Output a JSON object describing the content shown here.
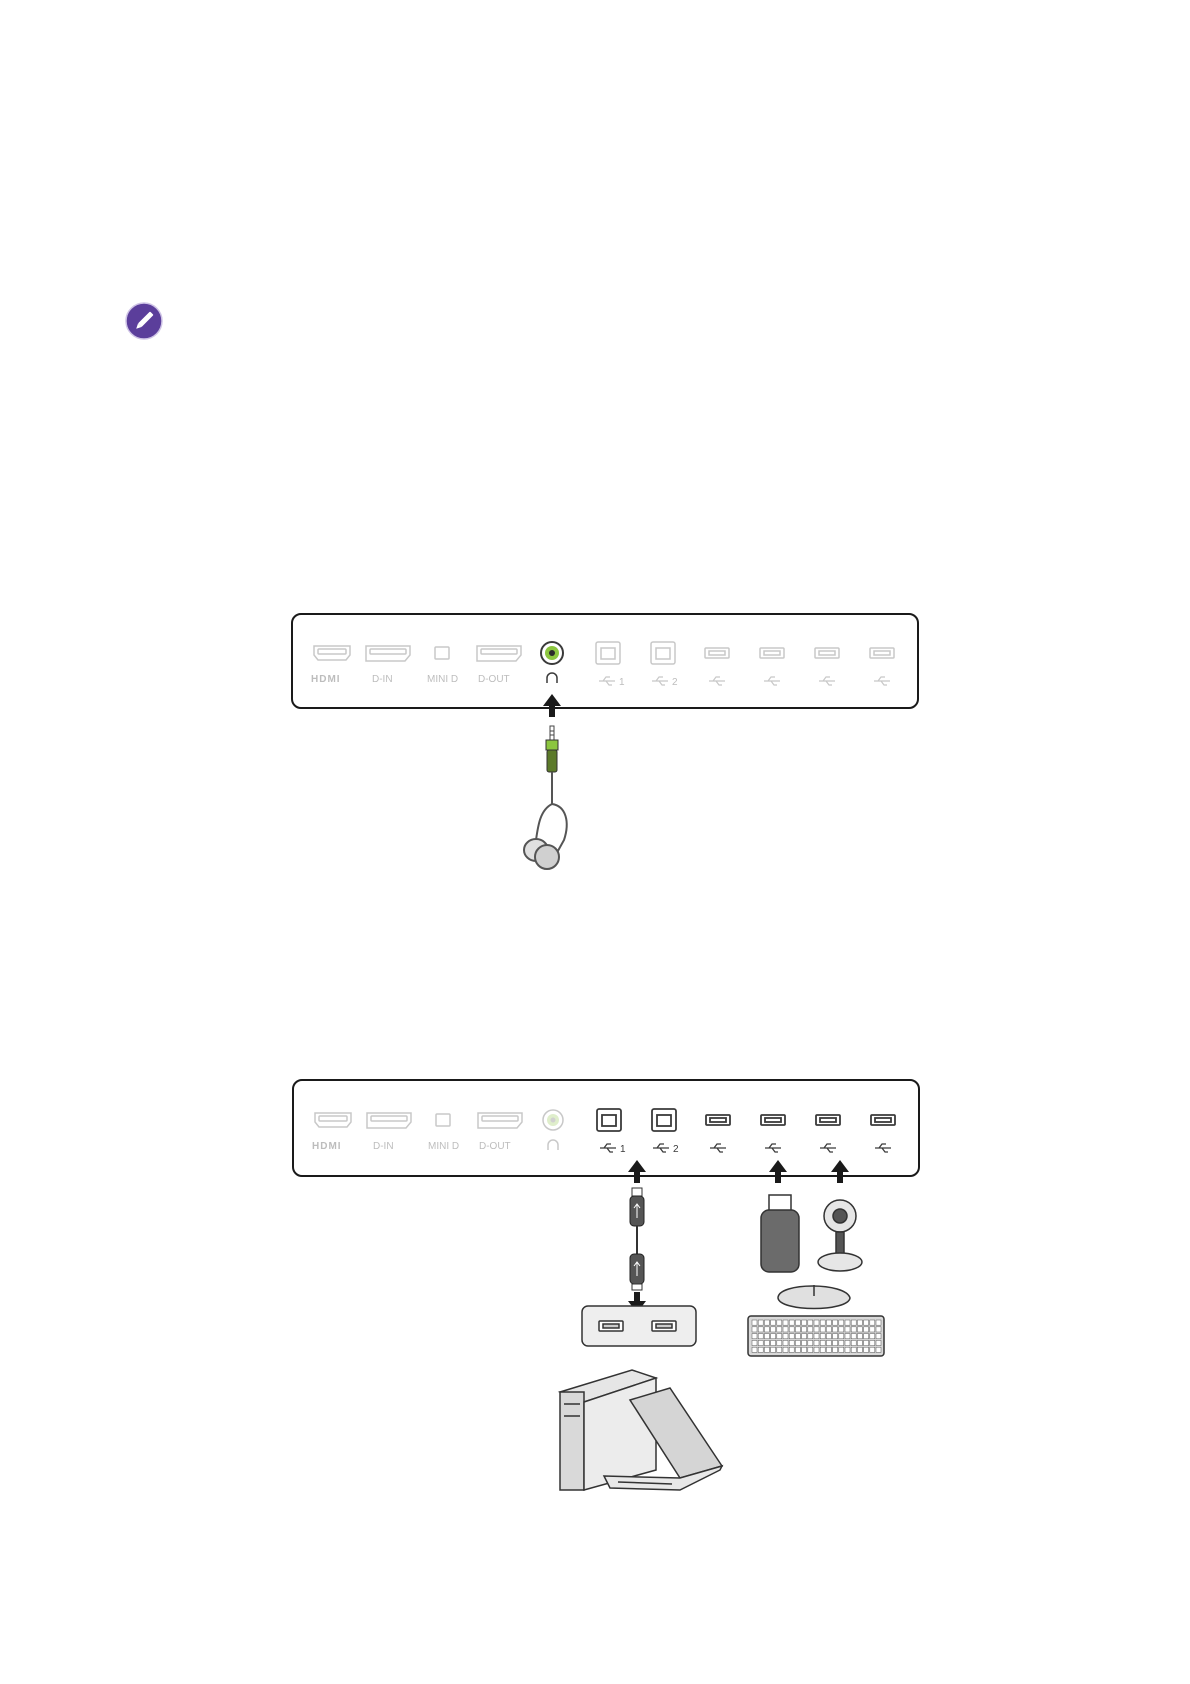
{
  "icons": {
    "note": "pencil-icon",
    "note_color": "#5b3e9b"
  },
  "port_labels": {
    "hdmi": "HDMI",
    "dp_in": "D-IN",
    "mini_dp": "MINI D",
    "dp_out": "D-OUT",
    "usb_up_1": "1",
    "usb_up_2": "2"
  },
  "colors": {
    "panel_stroke": "#1a1a1a",
    "inactive_port": "#c8c8c8",
    "active_port": "#3a3a3a",
    "headphone_jack": "#8cc63f"
  }
}
